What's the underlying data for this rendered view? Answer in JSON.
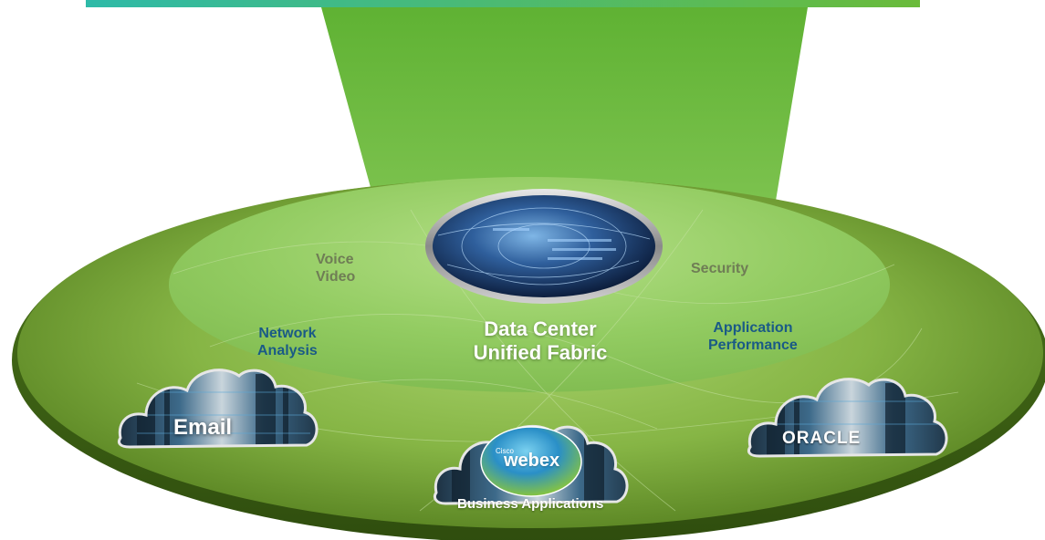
{
  "labels": {
    "voice_video": [
      "Voice",
      "Video"
    ],
    "security": "Security",
    "network_analysis": [
      "Network",
      "Analysis"
    ],
    "application_performance": [
      "Application",
      "Performance"
    ],
    "center": [
      "Data Center",
      "Unified Fabric"
    ],
    "business_applications": "Business Applications"
  },
  "clouds": {
    "email": "Email",
    "webex_small": "Cisco",
    "webex": "webex",
    "oracle": "ORACLE"
  },
  "colors": {
    "top_band_left": "#2fb9a4",
    "top_band_right": "#6cbc3e",
    "funnel": "#6dba3f",
    "disc_dark": "#5f8f27",
    "disc_light": "#9cc95b",
    "inner_ellipse": "#8ec85e",
    "label_blue": "#1a5a86",
    "label_gray": "#6f7d55"
  },
  "icons": {
    "globe": "globe-icon",
    "cloud": "cloud-icon"
  }
}
